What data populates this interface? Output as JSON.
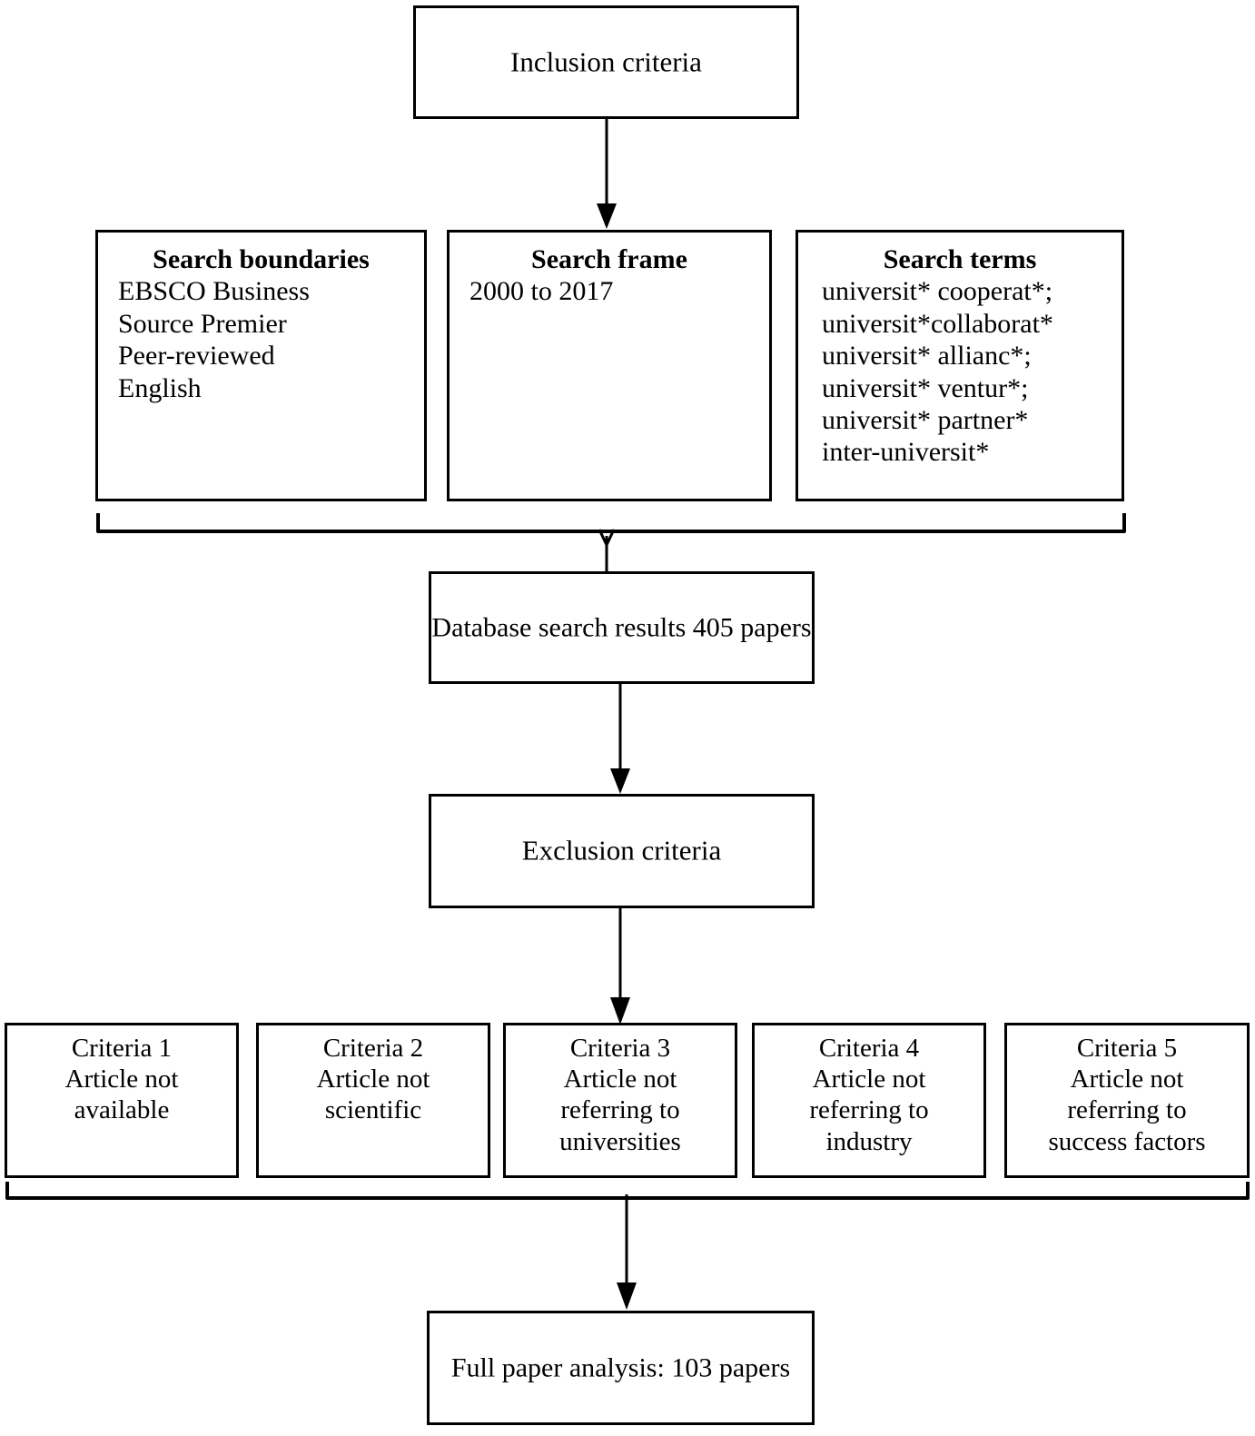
{
  "diagram": {
    "type": "flowchart",
    "title": "Literature review selection process",
    "stroke_color": "#000000",
    "background_color": "#ffffff",
    "nodes": {
      "inclusion": {
        "label": "Inclusion criteria"
      },
      "search_boundaries": {
        "heading": "Search boundaries",
        "items": [
          "EBSCO Business",
          "Source Premier",
          "Peer-reviewed",
          "English"
        ]
      },
      "search_frame": {
        "heading": "Search frame",
        "items": [
          "2000 to 2017"
        ]
      },
      "search_terms": {
        "heading": "Search terms",
        "items": [
          "universit* cooperat*;",
          "universit*collaborat*",
          "universit* allianc*;",
          "universit* ventur*;",
          "universit* partner*",
          "inter-universit*"
        ]
      },
      "database_results": {
        "line1": "Database search results",
        "line2": "405 papers",
        "count": 405,
        "unit": "papers"
      },
      "exclusion": {
        "label": "Exclusion criteria"
      },
      "full_paper": {
        "line1": "Full paper analysis:",
        "line2": "103 papers",
        "count": 103,
        "unit": "papers"
      }
    },
    "criteria": [
      {
        "id": "criteria-1",
        "title": "Criteria 1",
        "lines": [
          "Article not",
          "available"
        ]
      },
      {
        "id": "criteria-2",
        "title": "Criteria 2",
        "lines": [
          "Article not",
          "scientific"
        ]
      },
      {
        "id": "criteria-3",
        "title": "Criteria 3",
        "lines": [
          "Article not",
          "referring to",
          "universities"
        ]
      },
      {
        "id": "criteria-4",
        "title": "Criteria 4",
        "lines": [
          "Article not",
          "referring to",
          "industry"
        ]
      },
      {
        "id": "criteria-5",
        "title": "Criteria 5",
        "lines": [
          "Article not",
          "referring to",
          "success factors"
        ]
      }
    ]
  }
}
